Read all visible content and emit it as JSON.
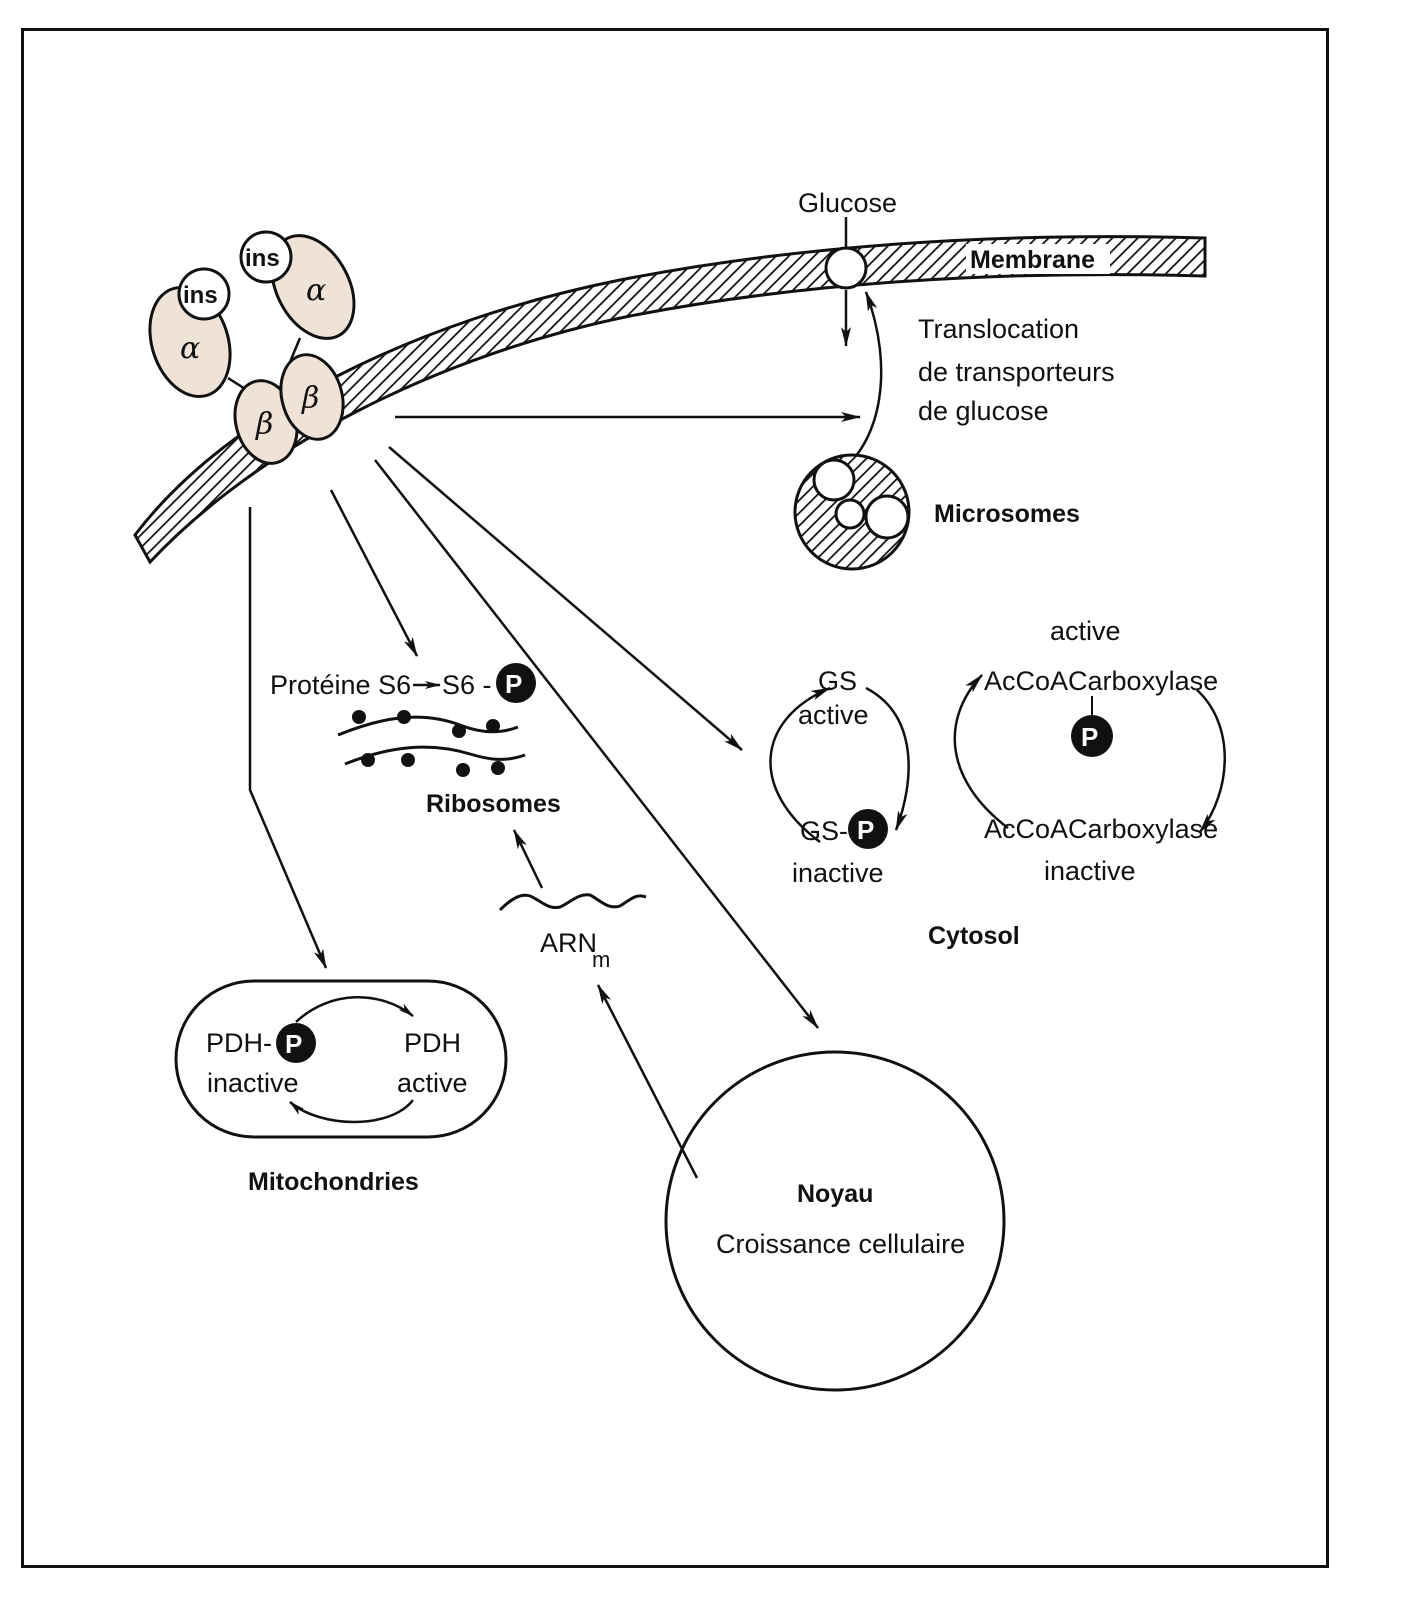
{
  "diagram": {
    "title": "",
    "receptor": {
      "insulin_label": "ins",
      "alpha_label": "α",
      "beta_label": "β"
    },
    "membrane": {
      "label": "Membrane",
      "glucose_label": "Glucose"
    },
    "translocation": {
      "line1": "Translocation",
      "line2": "de transporteurs",
      "line3": "de glucose"
    },
    "microsomes": {
      "label": "Microsomes"
    },
    "ribosomes": {
      "protein_label": "Protéine S6",
      "product_label": "S6 -",
      "phospho": "P",
      "label": "Ribosomes"
    },
    "mrna": {
      "label": "ARN",
      "subscript": "m"
    },
    "gs_cycle": {
      "active_name": "GS",
      "active_state": "active",
      "inactive_name": "GS-",
      "phospho": "P",
      "inactive_state": "inactive"
    },
    "acc_cycle": {
      "active_state": "active",
      "active_name": "AcCoACarboxylase",
      "phospho": "P",
      "inactive_name": "AcCoACarboxylase",
      "inactive_state": "inactive"
    },
    "cytosol": {
      "label": "Cytosol"
    },
    "mitochondria": {
      "inactive_name": "PDH-",
      "phospho": "P",
      "inactive_state": "inactive",
      "active_name": "PDH",
      "active_state": "active",
      "label": "Mitochondries"
    },
    "nucleus": {
      "title": "Noyau",
      "subtitle": "Croissance cellulaire"
    },
    "colors": {
      "ink": "#111111",
      "subunit_fill": "#efe2d6",
      "background": "#ffffff"
    }
  }
}
